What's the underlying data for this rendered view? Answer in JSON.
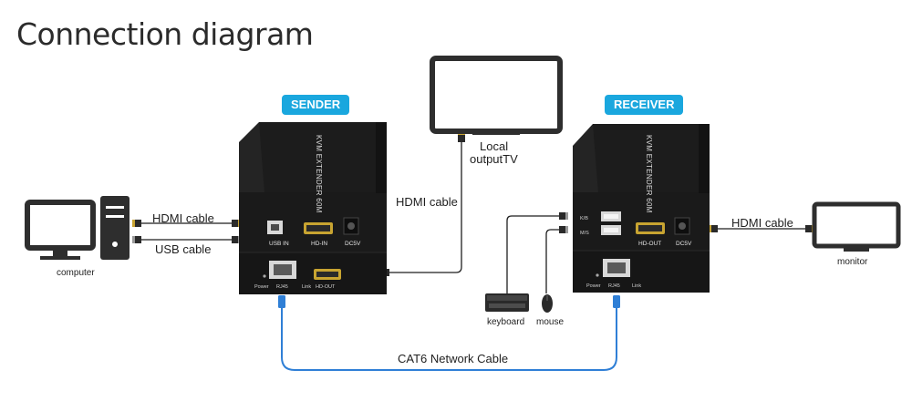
{
  "title": "Connection diagram",
  "badges": {
    "sender": "SENDER",
    "receiver": "RECEIVER"
  },
  "device_model_text": "KVM EXTENDER 60M",
  "sender_ports": {
    "usb_in": "USB IN",
    "hd_in": "HD-IN",
    "dc5v": "DC5V",
    "power": "Power",
    "rj45": "RJ45",
    "link": "Link",
    "hd_out": "HD-OUT"
  },
  "receiver_ports": {
    "kb": "K/B",
    "ms": "M/S",
    "hd_out": "HD-OUT",
    "dc5v": "DC5V",
    "power": "Power",
    "rj45": "RJ45",
    "link": "Link"
  },
  "labels": {
    "computer": "computer",
    "hdmi_cable_left": "HDMI cable",
    "usb_cable": "USB cable",
    "hdmi_cable_tv": "HDMI cable",
    "local_output_line1": "Local",
    "local_output_line2": "outputTV",
    "hdmi_cable_right": "HDMI cable",
    "monitor": "monitor",
    "keyboard": "keyboard",
    "mouse": "mouse",
    "network_cable": "CAT6 Network Cable"
  },
  "colors": {
    "badge": "#1aa7de",
    "device": "#222222",
    "cat6_cable": "#2f7fd6",
    "cable": "#1f1f1f"
  }
}
